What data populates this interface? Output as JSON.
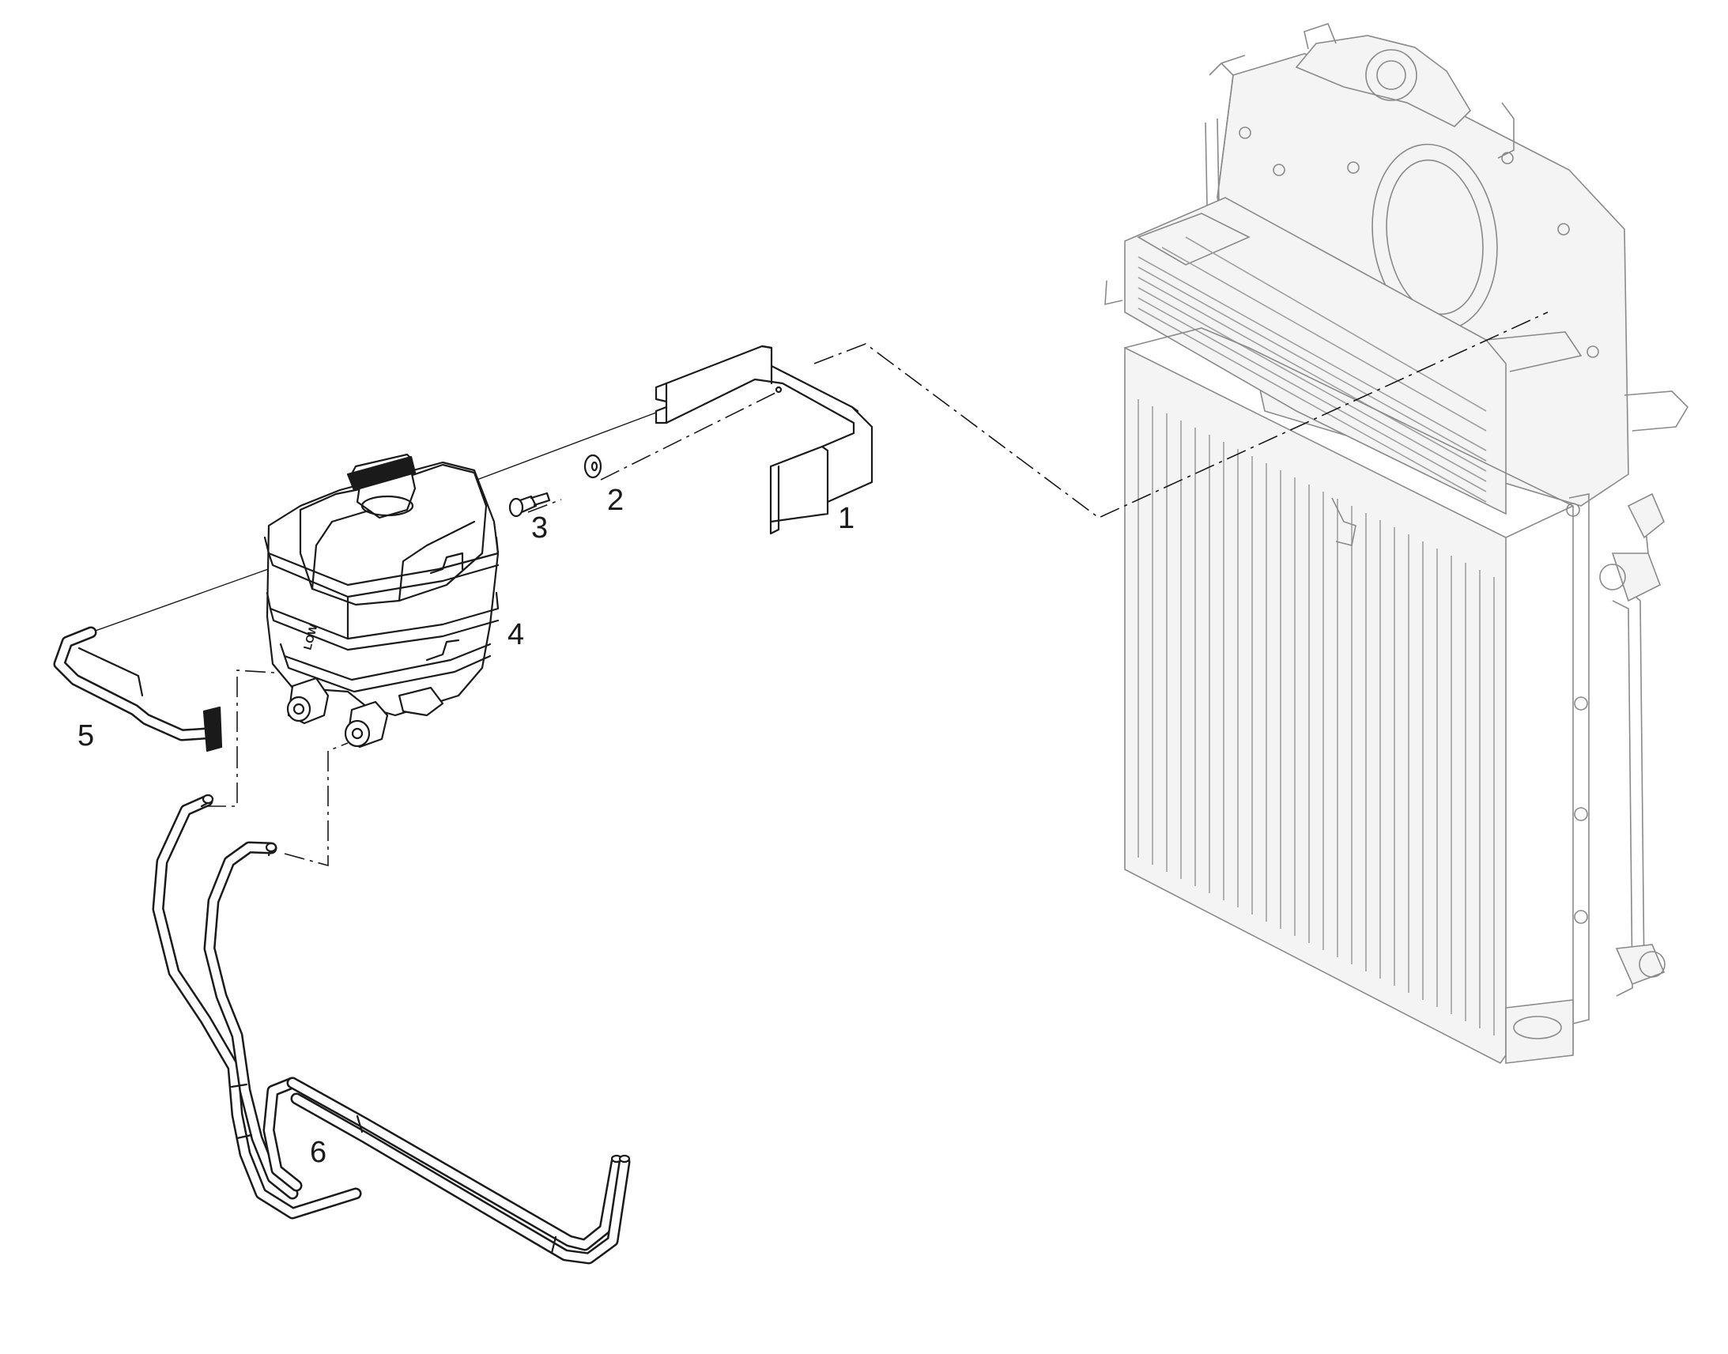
{
  "callouts": {
    "c1": "1",
    "c2": "2",
    "c3": "3",
    "c4": "4",
    "c5": "5",
    "c6": "6"
  },
  "tank_marking": "LOW"
}
